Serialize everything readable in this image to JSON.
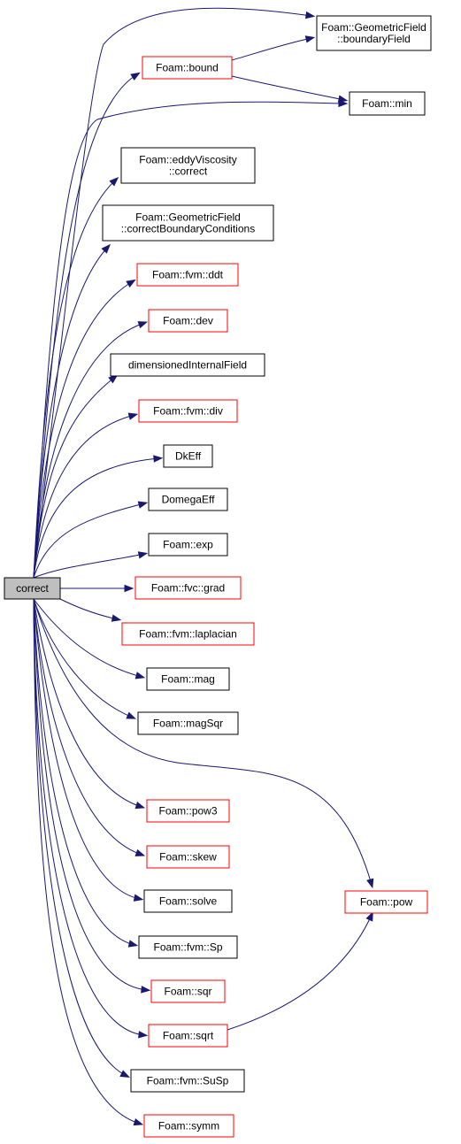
{
  "colors": {
    "edge": "#191970",
    "border_black": "#000000",
    "border_red": "#ff0000",
    "root_fill": "#bfbfbf",
    "node_fill": "#ffffff"
  },
  "root": {
    "id": "correct",
    "label": [
      "correct"
    ],
    "style": "root"
  },
  "nodes": [
    {
      "id": "geometric-field-boundary-field",
      "label": [
        "Foam::GeometricField",
        "::boundaryField"
      ],
      "style": "black"
    },
    {
      "id": "bound",
      "label": [
        "Foam::bound"
      ],
      "style": "red"
    },
    {
      "id": "min",
      "label": [
        "Foam::min"
      ],
      "style": "black"
    },
    {
      "id": "eddy-viscosity-correct",
      "label": [
        "Foam::eddyViscosity",
        "::correct"
      ],
      "style": "black"
    },
    {
      "id": "correct-boundary-conditions",
      "label": [
        "Foam::GeometricField",
        "::correctBoundaryConditions"
      ],
      "style": "black"
    },
    {
      "id": "fvm-ddt",
      "label": [
        "Foam::fvm::ddt"
      ],
      "style": "red"
    },
    {
      "id": "dev",
      "label": [
        "Foam::dev"
      ],
      "style": "red"
    },
    {
      "id": "dimensioned-internal-field",
      "label": [
        "dimensionedInternalField"
      ],
      "style": "black"
    },
    {
      "id": "fvm-div",
      "label": [
        "Foam::fvm::div"
      ],
      "style": "red"
    },
    {
      "id": "dk-eff",
      "label": [
        "DkEff"
      ],
      "style": "black"
    },
    {
      "id": "domega-eff",
      "label": [
        "DomegaEff"
      ],
      "style": "black"
    },
    {
      "id": "exp",
      "label": [
        "Foam::exp"
      ],
      "style": "black"
    },
    {
      "id": "fvc-grad",
      "label": [
        "Foam::fvc::grad"
      ],
      "style": "red"
    },
    {
      "id": "fvm-laplacian",
      "label": [
        "Foam::fvm::laplacian"
      ],
      "style": "red"
    },
    {
      "id": "mag",
      "label": [
        "Foam::mag"
      ],
      "style": "black"
    },
    {
      "id": "mag-sqr",
      "label": [
        "Foam::magSqr"
      ],
      "style": "black"
    },
    {
      "id": "pow3",
      "label": [
        "Foam::pow3"
      ],
      "style": "red"
    },
    {
      "id": "skew",
      "label": [
        "Foam::skew"
      ],
      "style": "red"
    },
    {
      "id": "solve",
      "label": [
        "Foam::solve"
      ],
      "style": "black"
    },
    {
      "id": "fvm-sp",
      "label": [
        "Foam::fvm::Sp"
      ],
      "style": "black"
    },
    {
      "id": "sqr",
      "label": [
        "Foam::sqr"
      ],
      "style": "red"
    },
    {
      "id": "sqrt",
      "label": [
        "Foam::sqrt"
      ],
      "style": "red"
    },
    {
      "id": "fvm-susp",
      "label": [
        "Foam::fvm::SuSp"
      ],
      "style": "black"
    },
    {
      "id": "symm",
      "label": [
        "Foam::symm"
      ],
      "style": "red"
    },
    {
      "id": "pow",
      "label": [
        "Foam::pow"
      ],
      "style": "red"
    }
  ],
  "edges": [
    {
      "from": "correct",
      "to": "geometric-field-boundary-field"
    },
    {
      "from": "correct",
      "to": "bound"
    },
    {
      "from": "correct",
      "to": "min"
    },
    {
      "from": "correct",
      "to": "eddy-viscosity-correct"
    },
    {
      "from": "correct",
      "to": "correct-boundary-conditions"
    },
    {
      "from": "correct",
      "to": "fvm-ddt"
    },
    {
      "from": "correct",
      "to": "dev"
    },
    {
      "from": "correct",
      "to": "dimensioned-internal-field"
    },
    {
      "from": "correct",
      "to": "fvm-div"
    },
    {
      "from": "correct",
      "to": "dk-eff"
    },
    {
      "from": "correct",
      "to": "domega-eff"
    },
    {
      "from": "correct",
      "to": "exp"
    },
    {
      "from": "correct",
      "to": "fvc-grad"
    },
    {
      "from": "correct",
      "to": "fvm-laplacian"
    },
    {
      "from": "correct",
      "to": "mag"
    },
    {
      "from": "correct",
      "to": "mag-sqr"
    },
    {
      "from": "correct",
      "to": "pow"
    },
    {
      "from": "correct",
      "to": "pow3"
    },
    {
      "from": "correct",
      "to": "skew"
    },
    {
      "from": "correct",
      "to": "solve"
    },
    {
      "from": "correct",
      "to": "fvm-sp"
    },
    {
      "from": "correct",
      "to": "sqr"
    },
    {
      "from": "correct",
      "to": "sqrt"
    },
    {
      "from": "correct",
      "to": "fvm-susp"
    },
    {
      "from": "correct",
      "to": "symm"
    },
    {
      "from": "bound",
      "to": "geometric-field-boundary-field"
    },
    {
      "from": "bound",
      "to": "min"
    },
    {
      "from": "sqrt",
      "to": "pow"
    }
  ]
}
